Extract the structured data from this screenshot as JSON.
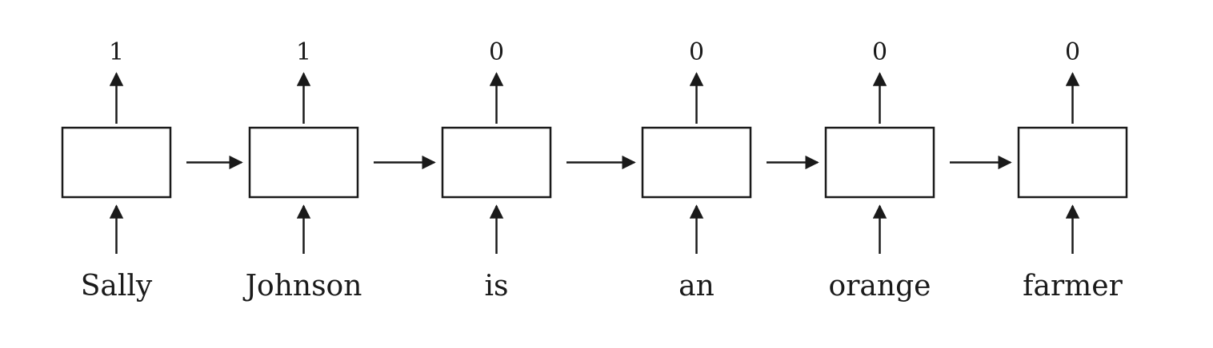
{
  "diagram": {
    "cells": [
      {
        "input": "Sally",
        "output": "1"
      },
      {
        "input": "Johnson",
        "output": "1"
      },
      {
        "input": "is",
        "output": "0"
      },
      {
        "input": "an",
        "output": "0"
      },
      {
        "input": "orange",
        "output": "0"
      },
      {
        "input": "farmer",
        "output": "0"
      }
    ],
    "colors": {
      "stroke": "#1a1a1a",
      "box_fill": "#ffffff"
    }
  }
}
